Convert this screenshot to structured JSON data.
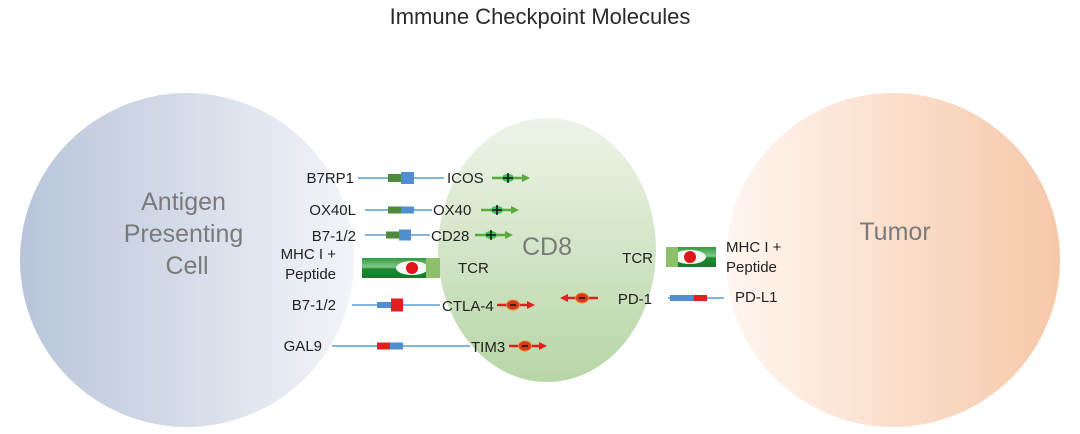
{
  "title": "Immune Checkpoint Molecules",
  "colors": {
    "apc_dark": "#b8c5da",
    "apc_light": "#f3f4f8",
    "tumor_light": "#fff6f0",
    "tumor_dark": "#f6c8a8",
    "cd8_top": "#eef4e8",
    "cd8_bottom": "#b7d6a6",
    "connector": "#5b9bd5",
    "ligand_green": "#4e8a3a",
    "receptor_blue": "#4f8fcf",
    "inhibitory_red": "#e02020",
    "activating_green": "#5aaa3c",
    "tcr_green": "#2e8b3a"
  },
  "cells": {
    "apc": {
      "lines": [
        "Antigen",
        "Presenting",
        "Cell"
      ]
    },
    "cd8": {
      "label": "CD8"
    },
    "tumor": {
      "label": "Tumor"
    }
  },
  "apc_interactions": [
    {
      "ligand": "B7RP1",
      "receptor": "ICOS",
      "signal": "activating",
      "signal_symbol": "+"
    },
    {
      "ligand": "OX40L",
      "receptor": "OX40",
      "signal": "activating",
      "signal_symbol": "+"
    },
    {
      "ligand": "B7-1/2",
      "receptor": "CD28",
      "signal": "activating",
      "signal_symbol": "+"
    },
    {
      "ligand_lines": [
        "MHC I +",
        "Peptide"
      ],
      "receptor": "TCR",
      "signal": "none"
    },
    {
      "ligand": "B7-1/2",
      "receptor": "CTLA-4",
      "signal": "inhibitory",
      "signal_symbol": "-"
    },
    {
      "ligand": "GAL9",
      "receptor": "TIM3",
      "signal": "inhibitory",
      "signal_symbol": "-"
    }
  ],
  "tumor_interactions": [
    {
      "receptor": "TCR",
      "ligand_lines": [
        "MHC I +",
        "Peptide"
      ],
      "signal": "none"
    },
    {
      "receptor": "PD-1",
      "ligand": "PD-L1",
      "signal": "inhibitory",
      "signal_symbol": "-"
    }
  ]
}
